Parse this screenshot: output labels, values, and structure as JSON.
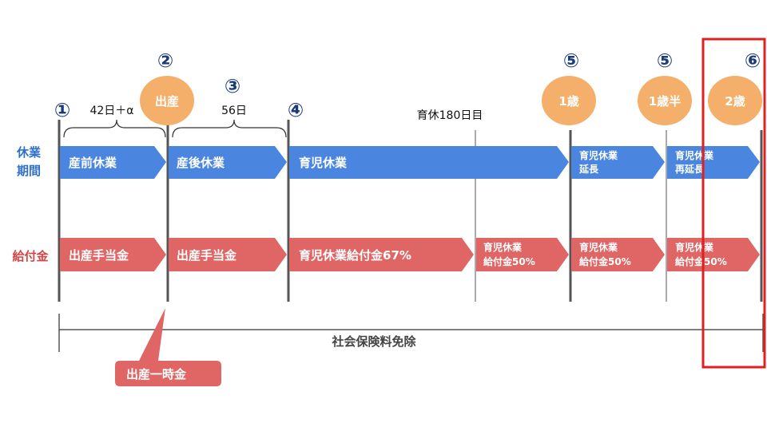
{
  "row_labels": {
    "leave_period": [
      "休業",
      "期間"
    ],
    "benefit": "給付金"
  },
  "markers": [
    "①",
    "②",
    "③",
    "④",
    "⑤",
    "⑤",
    "⑥"
  ],
  "span_labels": {
    "prenatal": "42日＋α",
    "postnatal": "56日",
    "day180": "育休180日目"
  },
  "milestones": {
    "birth": "出産",
    "age1": "1歳",
    "age1_5": "1歳半",
    "age2": "2歳"
  },
  "leave_arrows": {
    "prenatal_leave": "産前休業",
    "postnatal_leave": "産後休業",
    "childcare_leave": "育児休業",
    "extension": [
      "育児休業",
      "延長"
    ],
    "re_extension": [
      "育児休業",
      "再延長"
    ]
  },
  "benefit_arrows": {
    "maternity_1": "出産手当金",
    "maternity_2": "出産手当金",
    "childcare_67": "育児休業給付金67%",
    "childcare_50_a": [
      "育児休業",
      "給付金50%"
    ],
    "childcare_50_b": [
      "育児休業",
      "給付金50%"
    ],
    "childcare_50_c": [
      "育児休業",
      "給付金50%"
    ]
  },
  "social_insurance": "社会保険料免除",
  "lump_sum": "出産一時金",
  "colors": {
    "blue": "#4a86e0",
    "red": "#e06666",
    "orange": "#f4b06a",
    "highlight": "#e02020",
    "marker_text": "#1a3a7a",
    "label_blue": "#2f6fd0",
    "label_red": "#d64545"
  }
}
